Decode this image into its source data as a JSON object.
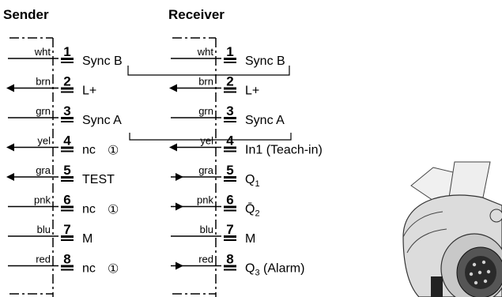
{
  "sender": {
    "title": "Sender",
    "pins": [
      {
        "num": "1",
        "wire": "wht",
        "signal": "Sync B",
        "arrow": "none",
        "note": false
      },
      {
        "num": "2",
        "wire": "brn",
        "signal": "L+",
        "arrow": "out",
        "note": false
      },
      {
        "num": "3",
        "wire": "grn",
        "signal": "Sync A",
        "arrow": "none",
        "note": false
      },
      {
        "num": "4",
        "wire": "yel",
        "signal": "nc",
        "arrow": "out",
        "note": true
      },
      {
        "num": "5",
        "wire": "gra",
        "signal": "TEST",
        "arrow": "out",
        "note": false
      },
      {
        "num": "6",
        "wire": "pnk",
        "signal": "nc",
        "arrow": "none",
        "note": true
      },
      {
        "num": "7",
        "wire": "blu",
        "signal": "M",
        "arrow": "none",
        "note": false
      },
      {
        "num": "8",
        "wire": "red",
        "signal": "nc",
        "arrow": "none",
        "note": true
      }
    ]
  },
  "receiver": {
    "title": "Receiver",
    "pins": [
      {
        "num": "1",
        "wire": "wht",
        "signal": "Sync B",
        "arrow": "none"
      },
      {
        "num": "2",
        "wire": "brn",
        "signal": "L+",
        "arrow": "out"
      },
      {
        "num": "3",
        "wire": "grn",
        "signal": "Sync A",
        "arrow": "none"
      },
      {
        "num": "4",
        "wire": "yel",
        "signal": "In1 (Teach-in)",
        "arrow": "out"
      },
      {
        "num": "5",
        "wire": "gra",
        "signal": "Q",
        "sub": "1",
        "arrow": "in"
      },
      {
        "num": "6",
        "wire": "pnk",
        "signal": "Q̄",
        "sub": "2",
        "arrow": "in"
      },
      {
        "num": "7",
        "wire": "blu",
        "signal": "M",
        "arrow": "none"
      },
      {
        "num": "8",
        "wire": "red",
        "signal": "Q",
        "sub": "3",
        "suffix": " (Alarm)",
        "arrow": "in"
      }
    ]
  },
  "note_symbol": "①",
  "colors": {
    "ink": "#000000",
    "connector_body": "#d9d9d9"
  }
}
